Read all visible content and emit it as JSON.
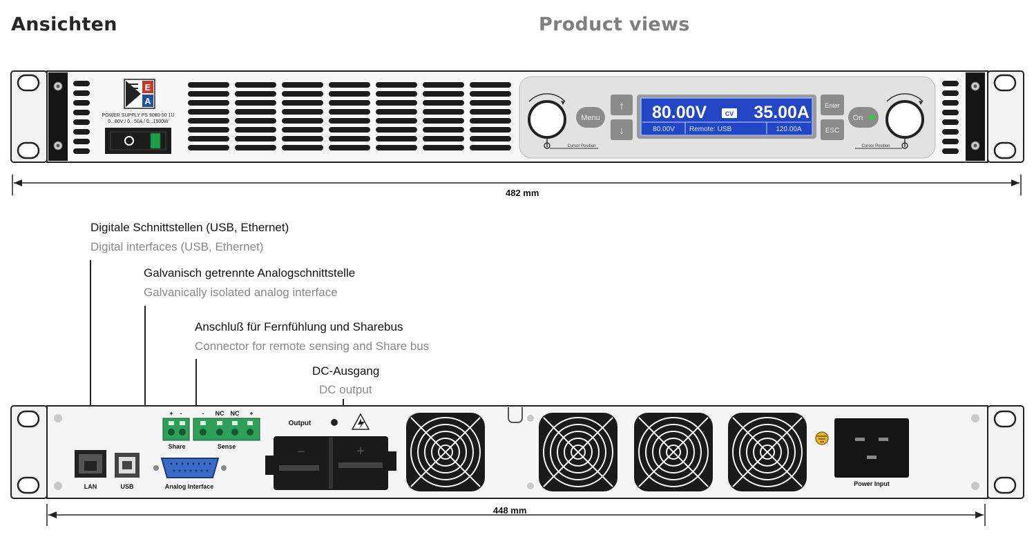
{
  "heading": {
    "de": "Ansichten",
    "en": "Product views"
  },
  "front_panel": {
    "logo_letters": [
      "E",
      "A"
    ],
    "model_line1": "POWER SUPPLY PS 9080-50 1U",
    "model_line2": "0...80V / 0...50A / 0...1500W",
    "display_voltage": "80.00V",
    "display_mode": "CV",
    "display_current": "35.00A",
    "display_set_voltage": "80.00V",
    "display_remote": "Remote: USB",
    "display_set_current": "120.00A",
    "menu_label": "Menu",
    "up_arrow": "↑",
    "down_arrow": "↓",
    "enter_label": "Enter",
    "esc_label": "ESC",
    "on_label": "On",
    "cursor_left": "Cursor Position",
    "cursor_right": "Cursor Position"
  },
  "dimensions": {
    "front_width": "482 mm",
    "rear_width": "448 mm"
  },
  "annotations": [
    {
      "de": "Digitale Schnittstellen (USB, Ethernet)",
      "en": "Digital interfaces (USB, Ethernet)"
    },
    {
      "de": "Galvanisch getrennte Analogschnittstelle",
      "en": "Galvanically isolated analog interface"
    },
    {
      "de": "Anschluß für Fernfühlung und Sharebus",
      "en": "Connector for remote sensing and Share bus"
    },
    {
      "de": "DC-Ausgang",
      "en": "DC output"
    }
  ],
  "rear_panel": {
    "lan": "LAN",
    "usb": "USB",
    "analog": "Analog Interface",
    "share": "Share",
    "sense": "Sense",
    "terminal_marks": [
      "+",
      "-",
      "-",
      "NC",
      "NC",
      "+"
    ],
    "output": "Output",
    "minus": "−",
    "plus": "+",
    "power_input": "Power Input"
  }
}
